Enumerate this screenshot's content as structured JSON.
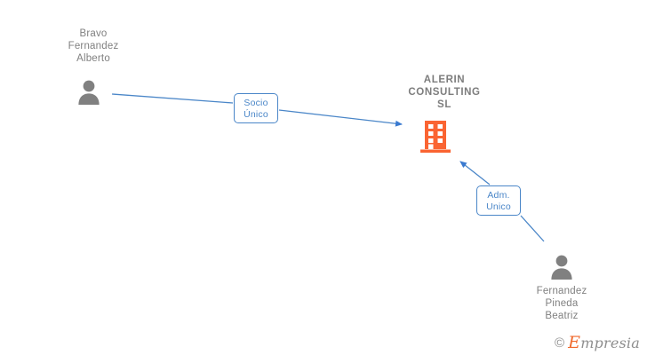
{
  "diagram": {
    "type": "corporate-relationship-graph",
    "background_color": "#ffffff",
    "edge_color": "#4a86c8",
    "company_icon_color": "#fa6432",
    "person_icon_color": "#808080",
    "text_color": "#808080"
  },
  "nodes": {
    "person_left": {
      "name": "Bravo\nFernandez\nAlberto",
      "icon": "person-icon",
      "label_position": "above"
    },
    "company": {
      "name": "ALERIN\nCONSULTING\nSL",
      "icon": "building-icon",
      "label_position": "above"
    },
    "person_right": {
      "name": "Fernandez\nPineda\nBeatriz",
      "icon": "person-icon",
      "label_position": "below"
    }
  },
  "edges": [
    {
      "id": "edge-socio-unico",
      "from": "person_left",
      "to": "company",
      "label": "Socio\nÚnico",
      "direction": "to-company"
    },
    {
      "id": "edge-adm-unico",
      "from": "person_right",
      "to": "company",
      "label": "Adm.\nUnico",
      "direction": "to-company"
    }
  ],
  "watermark": {
    "copyright": "©",
    "brand_initial": "E",
    "brand_rest": "mpresia"
  }
}
